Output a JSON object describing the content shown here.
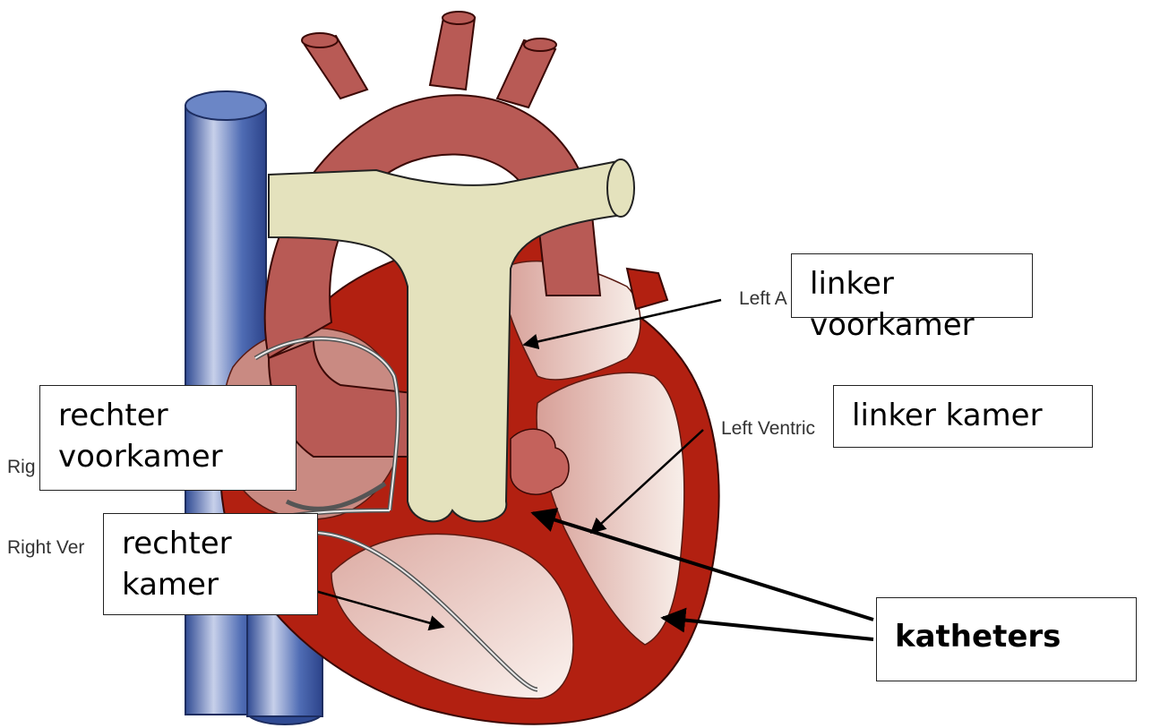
{
  "labels": {
    "linker_voorkamer": "linker voorkamer",
    "linker_kamer": "linker kamer",
    "rechter_voorkamer_line1": "rechter",
    "rechter_voorkamer_line2": "voorkamer",
    "rechter_kamer_line1": "rechter",
    "rechter_kamer_line2": "kamer",
    "katheters": "katheters"
  },
  "underlying_labels": {
    "left_atrium_partial": "Left A",
    "left_ventricle_partial": "Left Ventric",
    "right_atrium_partial": "Rig",
    "right_ventricle_partial": "Right Ver"
  },
  "colors": {
    "vein_blue": "#4a6aae",
    "heart_muscle": "#b22011",
    "vessel_red": "#b85a55",
    "pulmonary": "#e4e2bd",
    "chamber_light": "#e9c4bb"
  }
}
